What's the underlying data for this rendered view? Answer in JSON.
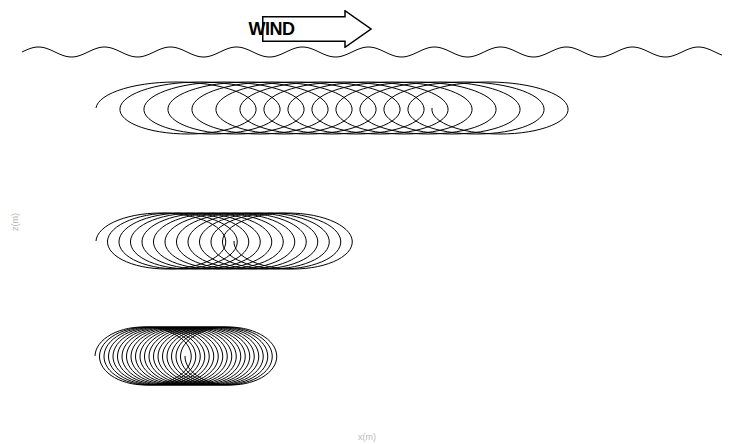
{
  "diagram": {
    "nodes": [
      {
        "text": [
          "WIND"
        ]
      }
    ],
    "labels": [
      "z(m)",
      "x(m)"
    ]
  }
}
